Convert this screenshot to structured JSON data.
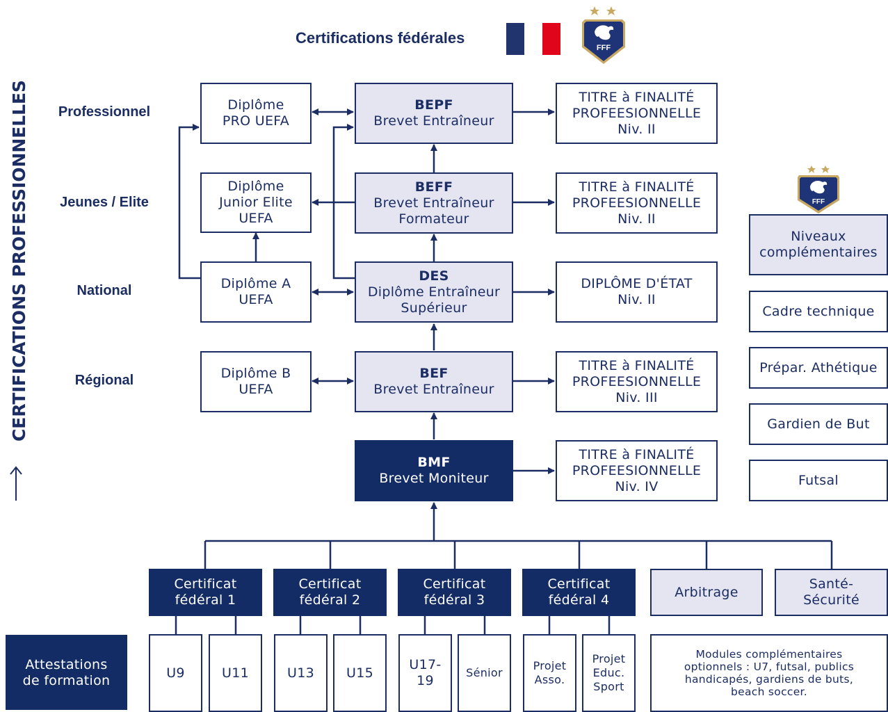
{
  "header": {
    "title": "Certifications fédérales"
  },
  "logo": {
    "text": "FFF"
  },
  "side_title": "CERTIFICATIONS PROFESSIONNELLES",
  "levels": [
    "Professionnel",
    "Jeunes / Elite",
    "National",
    "Régional"
  ],
  "uefa": {
    "pro": [
      "Diplôme",
      "PRO UEFA"
    ],
    "junior": [
      "Diplôme",
      "Junior Elite",
      "UEFA"
    ],
    "a": [
      "Diplôme A",
      "UEFA"
    ],
    "b": [
      "Diplôme B",
      "UEFA"
    ]
  },
  "brevets": {
    "bepf": {
      "code": "BEPF",
      "lines": [
        "Brevet Entraîneur"
      ]
    },
    "beff": {
      "code": "BEFF",
      "lines": [
        "Brevet Entraîneur",
        "Formateur"
      ]
    },
    "des": {
      "code": "DES",
      "lines": [
        "Diplôme Entraîneur",
        "Supérieur"
      ]
    },
    "bef": {
      "code": "BEF",
      "lines": [
        "Brevet Entraîneur"
      ]
    },
    "bmf": {
      "code": "BMF",
      "lines": [
        "Brevet Moniteur"
      ]
    }
  },
  "titres": {
    "t1": [
      "TITRE à FINALITÉ",
      "PROFEESIONNELLE",
      "Niv. II"
    ],
    "t2": [
      "TITRE à FINALITÉ",
      "PROFEESIONNELLE",
      "Niv. II"
    ],
    "t3": [
      "DIPLÔME D'ÉTAT",
      "Niv. II"
    ],
    "t4": [
      "TITRE à FINALITÉ",
      "PROFEESIONNELLE",
      "Niv. III"
    ],
    "t5": [
      "TITRE à FINALITÉ",
      "PROFEESIONNELLE",
      "Niv. IV"
    ]
  },
  "complementaires": {
    "header": [
      "Niveaux",
      "complémentaires"
    ],
    "items": [
      "Cadre technique",
      "Prépar. Athétique",
      "Gardien de But",
      "Futsal"
    ]
  },
  "certificats": [
    [
      "Certificat",
      "fédéral 1"
    ],
    [
      "Certificat",
      "fédéral 2"
    ],
    [
      "Certificat",
      "fédéral 3"
    ],
    [
      "Certificat",
      "fédéral 4"
    ]
  ],
  "other_certs": {
    "arbitrage": "Arbitrage",
    "sante": [
      "Santé-",
      "Sécurité"
    ]
  },
  "attestations": {
    "label": [
      "Attestations",
      "de formation"
    ],
    "items": [
      "U9",
      "U11",
      "U13",
      "U15",
      [
        "U17-",
        "19"
      ],
      "Sénior",
      [
        "Projet",
        "Asso."
      ],
      [
        "Projet",
        "Educ.",
        "Sport"
      ]
    ],
    "modules": [
      "Modules complémentaires",
      "optionnels : U7, futsal, publics",
      "handicapés, gardiens de buts,",
      "beach soccer."
    ]
  },
  "colors": {
    "navy": "#1b2d63",
    "dark_box": "#132c66",
    "light_box": "#e4e5f1",
    "flag_blue": "#22346e",
    "flag_red": "#e1051c",
    "gold": "#c9a961"
  }
}
